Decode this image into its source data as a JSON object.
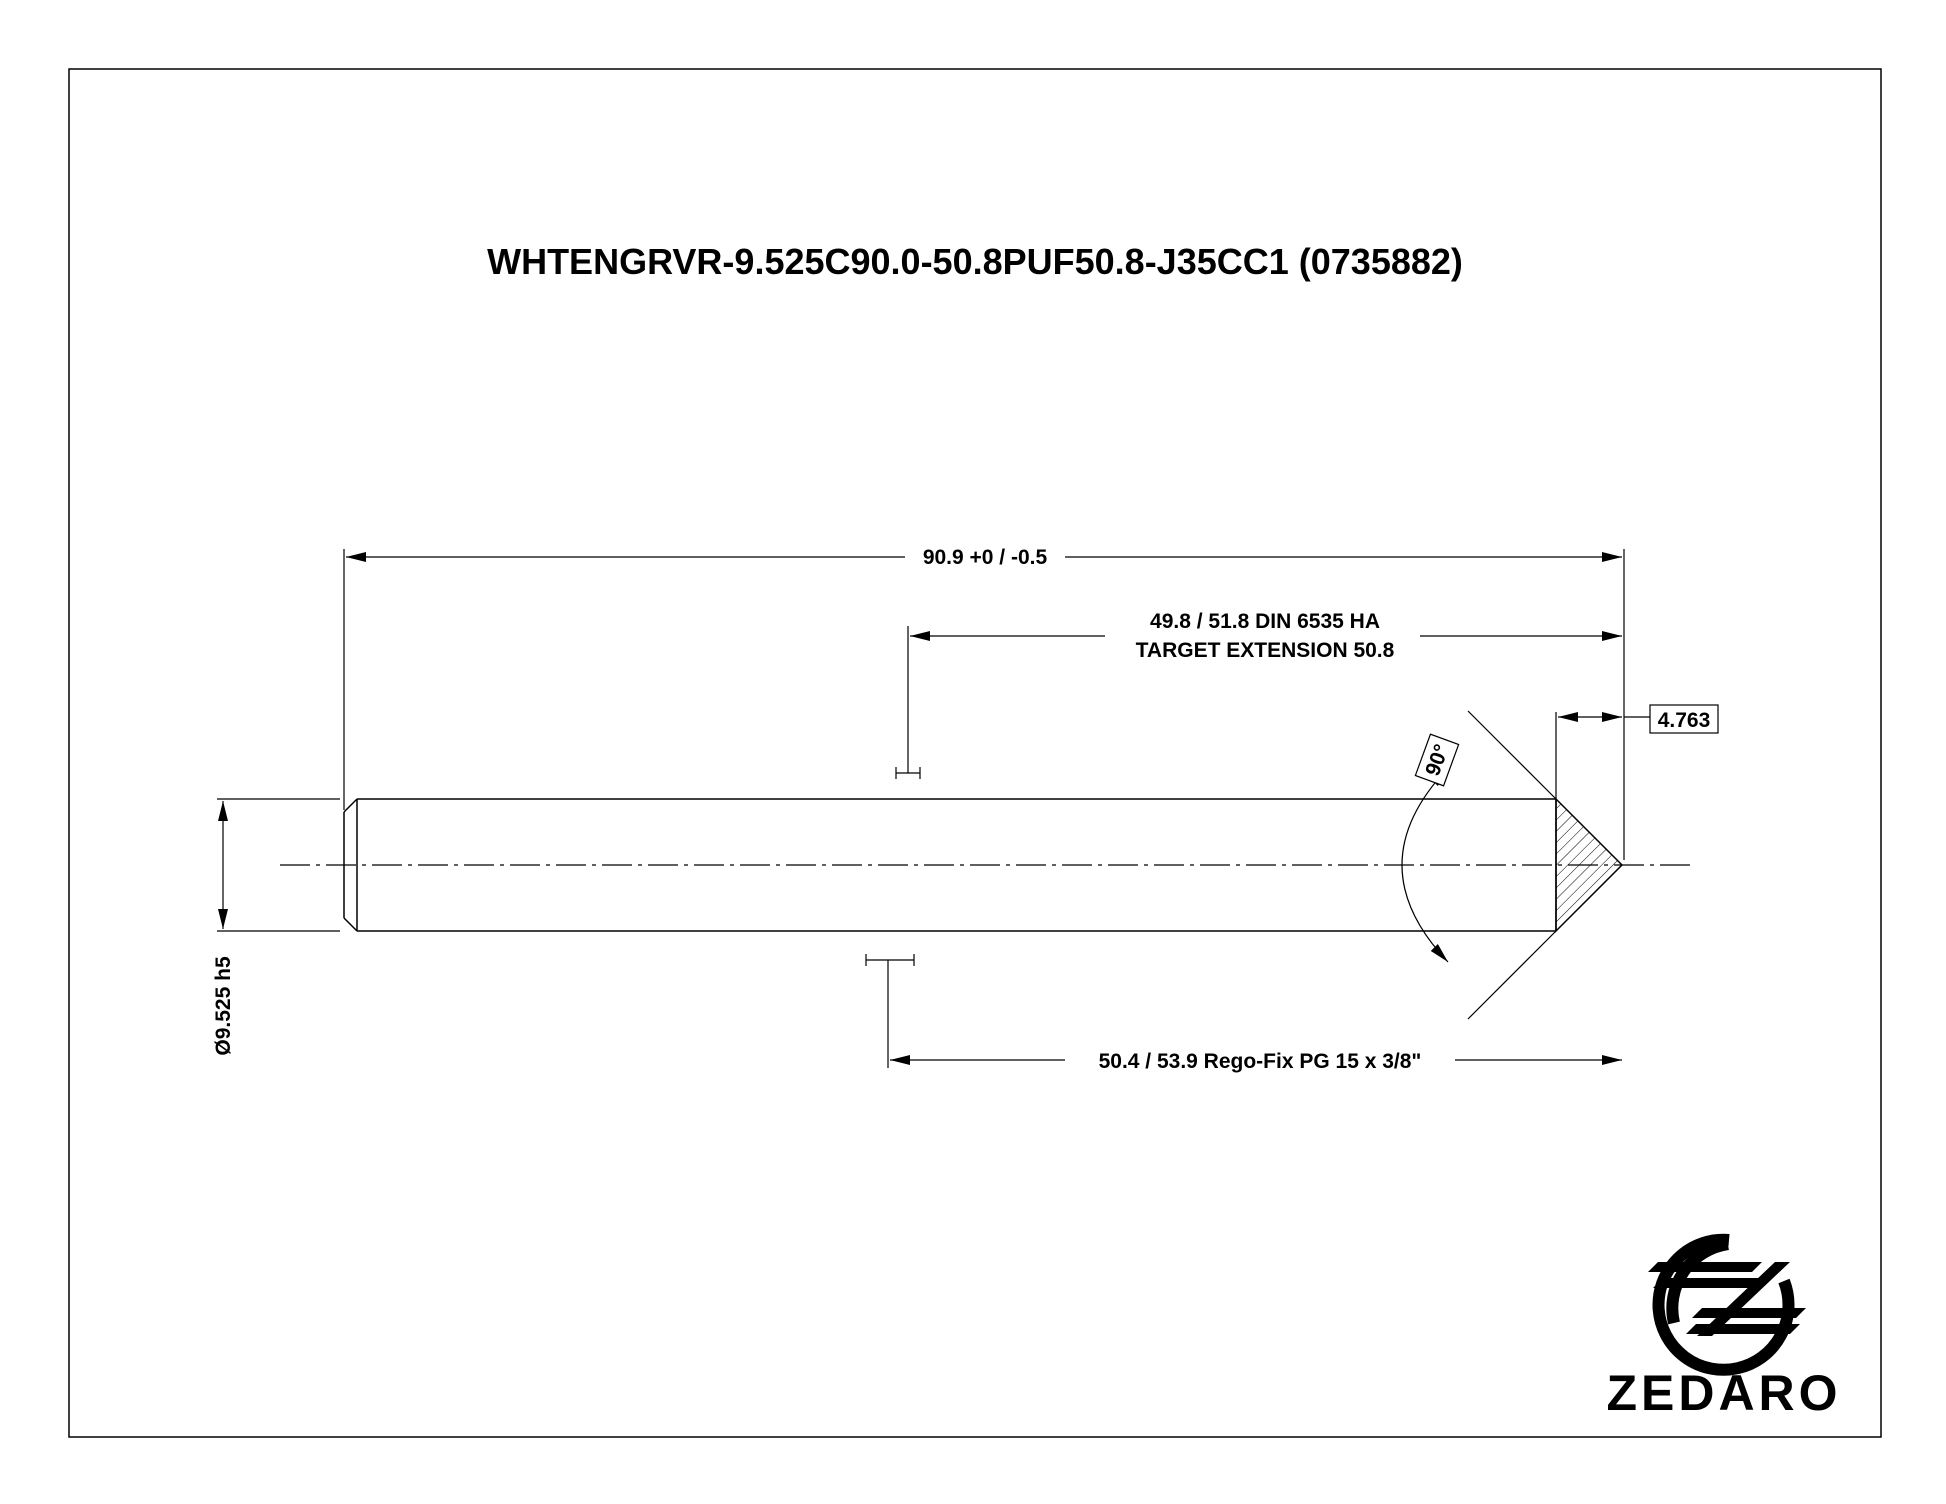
{
  "title": "WHTENGRVR-9.525C90.0-50.8PUF50.8-J35CC1 (0735882)",
  "dimensions": {
    "overall_length": "90.9 +0 / -0.5",
    "din_line1": "49.8 / 51.8 DIN 6535 HA",
    "din_line2": "TARGET EXTENSION 50.8",
    "tip_length": "4.763",
    "angle": "90°",
    "rego_fix": "50.4 / 53.9 Rego-Fix PG 15 x 3/8\"",
    "diameter": "Ø9.525 h5"
  },
  "brand": {
    "name": "ZEDARO",
    "logo_icon": "zedaro-z-logo-icon"
  },
  "colors": {
    "line": "#000000",
    "background": "#ffffff"
  }
}
